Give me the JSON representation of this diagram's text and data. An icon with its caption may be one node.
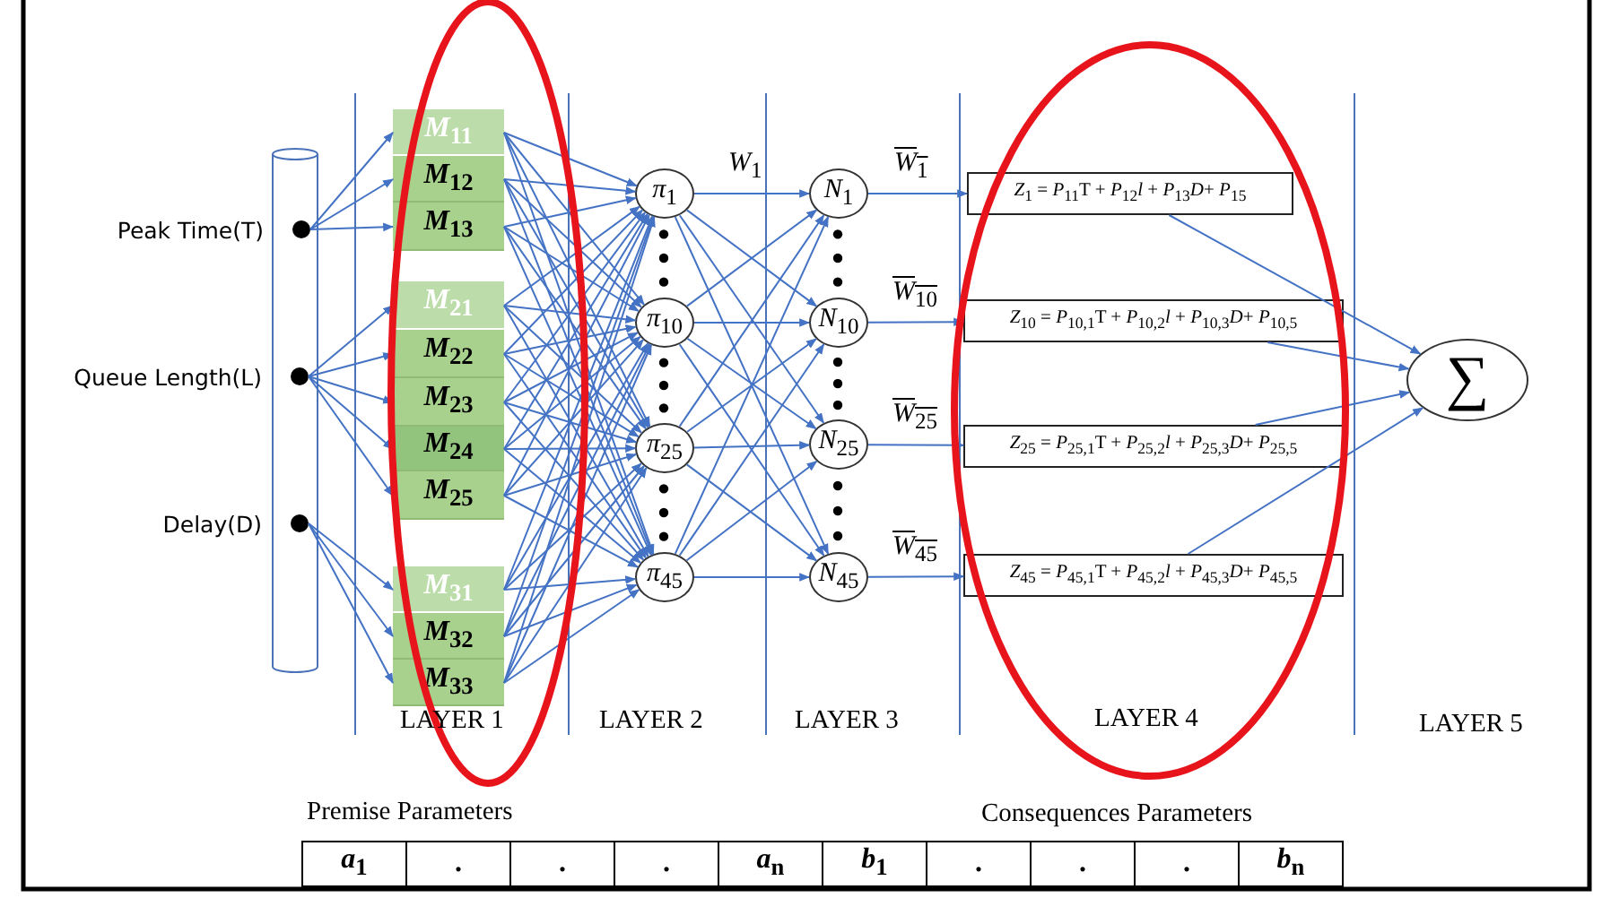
{
  "diagram": {
    "nodes": [
      {
        "text": [
          "Peak Time(T)"
        ]
      },
      {
        "text": [
          "Queue Length(L)"
        ]
      },
      {
        "text": [
          "Delay(D)"
        ]
      },
      {
        "text": [
          "*M*$_{11}$"
        ]
      },
      {
        "text": [
          "*M*$_{12}$"
        ]
      },
      {
        "text": [
          "*M*$_{13}$"
        ]
      },
      {
        "text": [
          "*M*$_{21}$"
        ]
      },
      {
        "text": [
          "*M*$_{22}$"
        ]
      },
      {
        "text": [
          "*M*$_{23}$"
        ]
      },
      {
        "text": [
          "*M*$_{24}$"
        ]
      },
      {
        "text": [
          "*M*$_{25}$"
        ]
      },
      {
        "text": [
          "*M*$_{31}$"
        ]
      },
      {
        "text": [
          "*M*$_{32}$"
        ]
      },
      {
        "text": [
          "*M*$_{33}$"
        ]
      },
      {
        "text": [
          "*π*$_{1}$"
        ]
      },
      {
        "text": [
          "*π*$_{10}$"
        ]
      },
      {
        "text": [
          "*π*$_{25}$"
        ]
      },
      {
        "text": [
          "*π*$_{45}$"
        ]
      },
      {
        "text": [
          "*N*$_{1}$"
        ]
      },
      {
        "text": [
          "*N*$_{10}$"
        ]
      },
      {
        "text": [
          "*N*$_{25}$"
        ]
      },
      {
        "text": [
          "*N*$_{45}$"
        ]
      },
      {
        "text": [
          "*Z*$_{1}$ = *P*$_{11}$T + *P*$_{12}$*l* + *P*$_{13}$*D*+ *P*$_{15}$"
        ]
      },
      {
        "text": [
          "*Z*$_{10}$ = *P*$_{10,1}$T + *P*$_{10,2}$*l* + *P*$_{10,3}$*D*+ *P*$_{10,5}$"
        ]
      },
      {
        "text": [
          "*Z*$_{25}$ = *P*$_{25,1}$T + *P*$_{25,2}$*l* + *P*$_{25,3}$*D*+ *P*$_{25,5}$"
        ]
      },
      {
        "text": [
          "*Z*$_{45}$ = *P*$_{45,1}$T + *P*$_{45,2}$*l* + *P*$_{45,3}$*D*+ *P*$_{45,5}$"
        ]
      },
      {
        "text": [
          "∑"
        ]
      }
    ],
    "edges": [
      {
        "from": 0,
        "to": 3,
        "arrow": "to"
      },
      {
        "from": 0,
        "to": 4,
        "arrow": "to"
      },
      {
        "from": 0,
        "to": 5,
        "arrow": "to"
      },
      {
        "from": 1,
        "to": 6,
        "arrow": "to"
      },
      {
        "from": 1,
        "to": 7,
        "arrow": "to"
      },
      {
        "from": 1,
        "to": 8,
        "arrow": "to"
      },
      {
        "from": 1,
        "to": 9,
        "arrow": "to"
      },
      {
        "from": 1,
        "to": 10,
        "arrow": "to"
      },
      {
        "from": 2,
        "to": 11,
        "arrow": "to"
      },
      {
        "from": 2,
        "to": 12,
        "arrow": "to"
      },
      {
        "from": 2,
        "to": 13,
        "arrow": "to"
      },
      {
        "from": 3,
        "to": 14,
        "arrow": "to"
      },
      {
        "from": 3,
        "to": 15,
        "arrow": "to"
      },
      {
        "from": 3,
        "to": 16,
        "arrow": "to"
      },
      {
        "from": 3,
        "to": 17,
        "arrow": "to"
      },
      {
        "from": 4,
        "to": 14,
        "arrow": "to"
      },
      {
        "from": 4,
        "to": 15,
        "arrow": "to"
      },
      {
        "from": 4,
        "to": 16,
        "arrow": "to"
      },
      {
        "from": 4,
        "to": 17,
        "arrow": "to"
      },
      {
        "from": 5,
        "to": 14,
        "arrow": "to"
      },
      {
        "from": 5,
        "to": 15,
        "arrow": "to"
      },
      {
        "from": 5,
        "to": 16,
        "arrow": "to"
      },
      {
        "from": 5,
        "to": 17,
        "arrow": "to"
      },
      {
        "from": 6,
        "to": 14,
        "arrow": "to"
      },
      {
        "from": 6,
        "to": 15,
        "arrow": "to"
      },
      {
        "from": 6,
        "to": 16,
        "arrow": "to"
      },
      {
        "from": 6,
        "to": 17,
        "arrow": "to"
      },
      {
        "from": 7,
        "to": 14,
        "arrow": "to"
      },
      {
        "from": 7,
        "to": 15,
        "arrow": "to"
      },
      {
        "from": 7,
        "to": 16,
        "arrow": "to"
      },
      {
        "from": 7,
        "to": 17,
        "arrow": "to"
      },
      {
        "from": 8,
        "to": 14,
        "arrow": "to"
      },
      {
        "from": 8,
        "to": 15,
        "arrow": "to"
      },
      {
        "from": 8,
        "to": 16,
        "arrow": "to"
      },
      {
        "from": 8,
        "to": 17,
        "arrow": "to"
      },
      {
        "from": 9,
        "to": 14,
        "arrow": "to"
      },
      {
        "from": 9,
        "to": 15,
        "arrow": "to"
      },
      {
        "from": 9,
        "to": 16,
        "arrow": "to"
      },
      {
        "from": 9,
        "to": 17,
        "arrow": "to"
      },
      {
        "from": 10,
        "to": 14,
        "arrow": "to"
      },
      {
        "from": 10,
        "to": 15,
        "arrow": "to"
      },
      {
        "from": 10,
        "to": 16,
        "arrow": "to"
      },
      {
        "from": 10,
        "to": 17,
        "arrow": "to"
      },
      {
        "from": 11,
        "to": 14,
        "arrow": "to"
      },
      {
        "from": 11,
        "to": 15,
        "arrow": "to"
      },
      {
        "from": 11,
        "to": 16,
        "arrow": "to"
      },
      {
        "from": 11,
        "to": 17,
        "arrow": "to"
      },
      {
        "from": 12,
        "to": 14,
        "arrow": "to"
      },
      {
        "from": 12,
        "to": 15,
        "arrow": "to"
      },
      {
        "from": 12,
        "to": 16,
        "arrow": "to"
      },
      {
        "from": 12,
        "to": 17,
        "arrow": "to"
      },
      {
        "from": 13,
        "to": 14,
        "arrow": "to"
      },
      {
        "from": 13,
        "to": 15,
        "arrow": "to"
      },
      {
        "from": 13,
        "to": 16,
        "arrow": "to"
      },
      {
        "from": 13,
        "to": 17,
        "arrow": "to"
      },
      {
        "from": 14,
        "to": 18,
        "arrow": "to",
        "label": "*W*$_{1}$"
      },
      {
        "from": 14,
        "to": 19,
        "arrow": "to"
      },
      {
        "from": 14,
        "to": 20,
        "arrow": "to"
      },
      {
        "from": 14,
        "to": 21,
        "arrow": "to"
      },
      {
        "from": 15,
        "to": 18,
        "arrow": "to"
      },
      {
        "from": 15,
        "to": 19,
        "arrow": "to"
      },
      {
        "from": 15,
        "to": 20,
        "arrow": "to"
      },
      {
        "from": 15,
        "to": 21,
        "arrow": "to"
      },
      {
        "from": 16,
        "to": 18,
        "arrow": "to"
      },
      {
        "from": 16,
        "to": 19,
        "arrow": "to"
      },
      {
        "from": 16,
        "to": 20,
        "arrow": "to"
      },
      {
        "from": 16,
        "to": 21,
        "arrow": "to"
      },
      {
        "from": 17,
        "to": 18,
        "arrow": "to"
      },
      {
        "from": 17,
        "to": 19,
        "arrow": "to"
      },
      {
        "from": 17,
        "to": 20,
        "arrow": "to"
      },
      {
        "from": 17,
        "to": 21,
        "arrow": "to"
      },
      {
        "from": 18,
        "to": 22,
        "arrow": "to",
        "label": "*W*$_{1}$"
      },
      {
        "from": 19,
        "to": 23,
        "arrow": "to",
        "label": "*W*$_{10}$"
      },
      {
        "from": 20,
        "to": 24,
        "arrow": "to",
        "label": "*W*$_{25}$"
      },
      {
        "from": 21,
        "to": 25,
        "arrow": "to",
        "label": "*W*$_{45}$"
      },
      {
        "from": 22,
        "to": 26,
        "arrow": "to"
      },
      {
        "from": 23,
        "to": 26,
        "arrow": "to"
      },
      {
        "from": 24,
        "to": 26,
        "arrow": "to"
      },
      {
        "from": 25,
        "to": 26,
        "arrow": "to"
      }
    ],
    "labels": [
      "LAYER 1",
      "LAYER 2",
      "LAYER 3",
      "LAYER 4",
      "LAYER 5",
      "Premise Parameters",
      "Consequences Parameters",
      "*a*$_{1}$",
      ".",
      ".",
      ".",
      "*a*$_{n}$",
      "*b*$_{1}$",
      ".",
      ".",
      ".",
      "*b*$_{n}$"
    ]
  }
}
